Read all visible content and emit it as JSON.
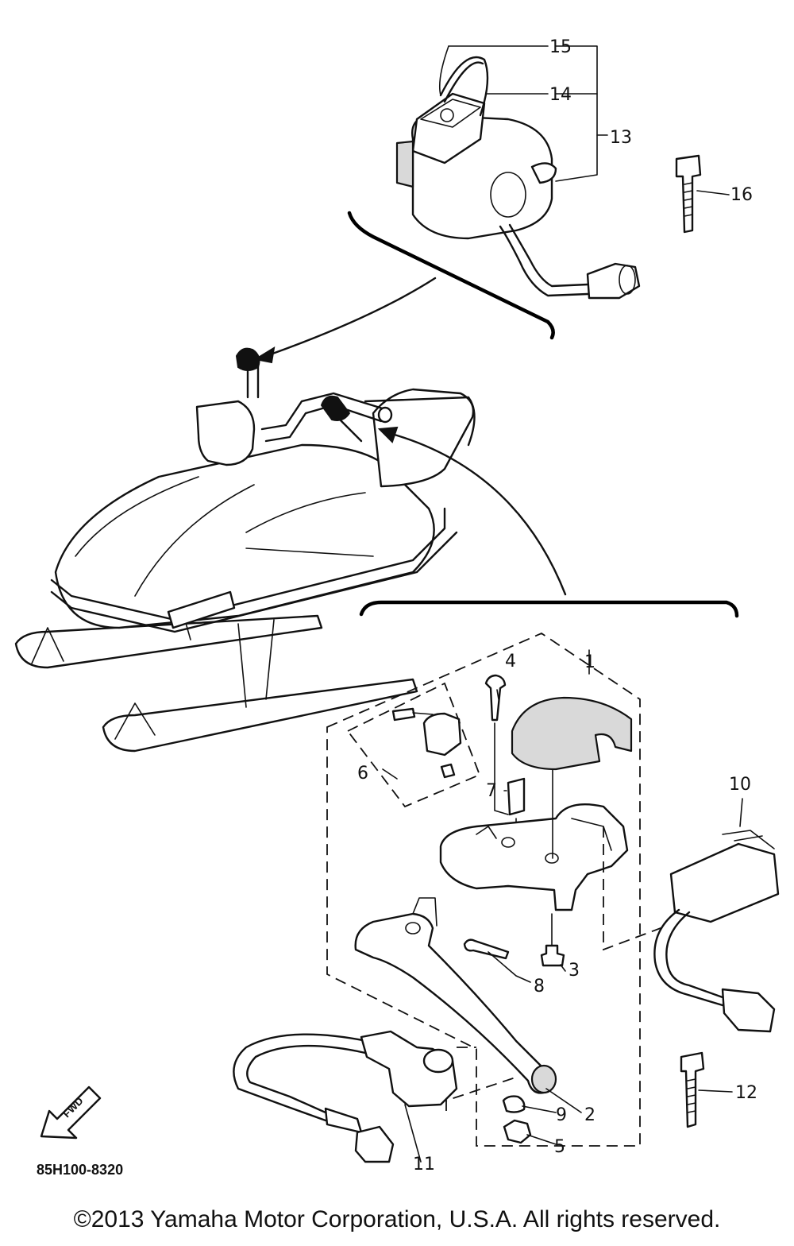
{
  "callouts": {
    "c1": "1",
    "c2": "2",
    "c3": "3",
    "c4": "4",
    "c5": "5",
    "c6": "6",
    "c7": "7",
    "c8": "8",
    "c9": "9",
    "c10": "10",
    "c11": "11",
    "c12": "12",
    "c13": "13",
    "c14": "14",
    "c15": "15",
    "c16": "16"
  },
  "fwd_label": "FWD",
  "diagram_code": "85H100-8320",
  "copyright": "©2013 Yamaha Motor Corporation, U.S.A. All rights reserved."
}
